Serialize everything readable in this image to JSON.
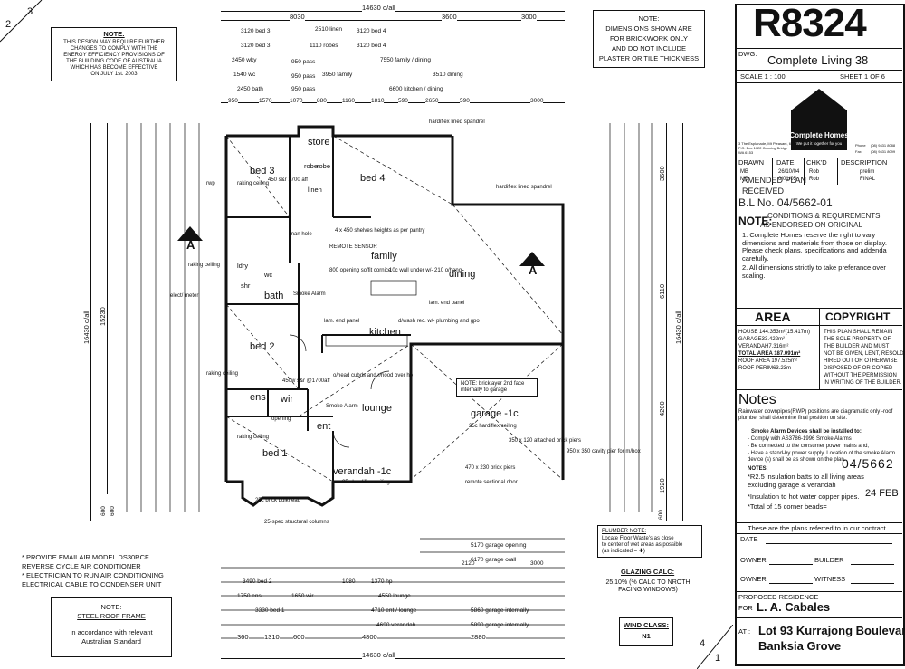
{
  "sheet_corner": {
    "tl_a": "2",
    "tl_b": "3",
    "br_a": "4",
    "br_b": "1"
  },
  "notes_left": {
    "title": "NOTE:",
    "body": [
      "THIS DESIGN MAY REQUIRE FURTHER",
      "CHANGES TO COMPLY WITH THE",
      "ENERGY EFFICIENCY PROVISIONS OF",
      "THE BUILDING CODE OF AUSTRALIA",
      "WHICH HAS BECOME EFFECTIVE",
      "ON JULY 1st. 2003"
    ]
  },
  "notes_dims": {
    "title": "NOTE:",
    "body": [
      "DIMENSIONS SHOWN ARE",
      "FOR BRICKWORK ONLY",
      "AND DO NOT INCLUDE",
      "PLASTER OR TILE THICKNESS"
    ]
  },
  "title_block": {
    "drawing_number": "R8324",
    "dwg_label": "DWG.",
    "dwg_name": "Complete Living 38",
    "scale": "SCALE  1 : 100",
    "sheet": "SHEET 1 OF 6",
    "company": "Complete Homes",
    "company_tagline": "We put it together for you",
    "company_address": [
      "3 The Esplanade, Mt Pleasant, 6153",
      "P.O. Box 1022 Canning Bridge",
      "WA 6153"
    ],
    "company_phone_label": "Phone",
    "company_phone": "(08) 9431 8088",
    "company_fax_label": "Fax",
    "company_fax": "(08) 9431 8099",
    "rev_headers": [
      "DRAWN",
      "DATE",
      "CHK'D",
      "DESCRIPTION"
    ],
    "rev_rows": [
      {
        "drawn": "MB",
        "date": "26/10/04",
        "chkd": "Rob",
        "desc": "prelim"
      },
      {
        "drawn": "MB",
        "date": "6/01/05",
        "chkd": "Rob",
        "desc": "FINAL"
      }
    ],
    "stamp": [
      "AMENDED PLAN",
      "RECEIVED",
      "B.L No. 04/5662-01",
      "CONDITIONS & REQUIREMENTS",
      "AS ENDORSED ON ORIGINAL"
    ],
    "note_title": "NOTE:",
    "note_items": [
      "1. Complete Homes reserve the right to vary dimensions and materials from those on display. Please check plans, specifications and addenda carefully.",
      "2. All dimensions strictly to take preferance over scaling."
    ]
  },
  "area": {
    "title": "AREA",
    "lines": [
      "HOUSE 144.353m²(15.417m)",
      "GARAGE33.422m²",
      "VERANDAH7.316m²",
      "TOTAL AREA 187.091m²",
      "ROOF AREA 197.525m²",
      "ROOF PERIM63.23m"
    ]
  },
  "copyright": {
    "title": "COPYRIGHT",
    "body": [
      "THIS PLAN SHALL REMAIN",
      "THE SOLE PROPERTY OF",
      "THE BUILDER AND MUST",
      "NOT BE GIVEN, LENT, RESOLD",
      "HIRED OUT OR OTHERWISE",
      "DISPOSED OF OR COPIED",
      "WITHOUT THE PERMISSION",
      "IN WRITING OF THE BUILDER."
    ]
  },
  "notes_right": {
    "title": "Notes",
    "intro": "Rainwater downpipes(RWP) positions are diagramatic only -roof plumber shall determine final position on site.",
    "smoke_title": "Smoke Alarm Devices shall be installed to:",
    "smoke_items": [
      "- Comply with AS3786-1996 Smoke Alarms",
      "- Be connected to the consumer power mains and,",
      "- Have a stand-by power supply. Location of the smoke Alarm device (s) shall be as shown on the plan."
    ],
    "notes_title": "NOTES:",
    "notes_items": [
      "*R2.5 insulation batts to all living areas excluding garage & verandah",
      "*Insulation to hot water copper pipes.",
      "*Total of 15 corner beads="
    ],
    "handwritten_1": "04/5662",
    "handwritten_2": "24 FEB"
  },
  "contract": {
    "heading": "These are the plans referred to in our contract",
    "date": "DATE",
    "owner1": "OWNER",
    "builder": "BUILDER",
    "owner2": "OWNER",
    "witness": "WITNESS"
  },
  "residence": {
    "label": "PROPOSED RESIDENCE",
    "for_label": "FOR",
    "name": "L. A. Cabales",
    "at_label": "AT :",
    "address1": "Lot  93 Kurrajong Boulevard,",
    "address2": "Banksia Grove"
  },
  "bottom_notes": {
    "aircon": [
      "* PROVIDE EMAILAIR MODEL DS30RCF",
      "  REVERSE CYCLE AIR CONDITIONER",
      "* ELECTRICIAN TO RUN AIR CONDITIONING",
      "  ELECTRICAL CABLE TO CONDENSER UNIT"
    ],
    "roof_title": "NOTE:",
    "roof_sub": "STEEL ROOF FRAME",
    "roof_body": [
      "In accordance with relevant",
      "Australian Standard"
    ],
    "plumber_title": "PLUMBER NOTE:",
    "plumber_body": [
      "Locate Floor Waste's as close",
      "to center of wet areas as possible",
      "(as indicated = ✚)"
    ],
    "glazing_title": "GLAZING CALC:",
    "glazing_value": "25.10% (% CALC TO NROTH FACING WINDOWS)",
    "wind_title": "WIND CLASS:",
    "wind_value": "N1"
  },
  "rooms": {
    "bed3": "bed 3",
    "bed4": "bed 4",
    "bed2": "bed 2",
    "bed1": "bed 1",
    "store": "store",
    "robe1": "robe",
    "robe2": "robe",
    "linen": "linen",
    "family": "family",
    "dining": "dining",
    "kitchen": "kitchen",
    "lounge": "lounge",
    "garage": "garage -1c",
    "verandah": "verandah -1c",
    "bath": "bath",
    "ens": "ens",
    "wir": "wir",
    "ent": "ent",
    "ldry": "ldry",
    "shr": "shr",
    "wc": "wc",
    "section_a_left": "A",
    "section_a_right": "A"
  },
  "plan_labels": {
    "hardiflex1": "hardiflex lined spandrel",
    "hardiflex2": "hardiflex lined spandrel",
    "remote_sensor": "REMOTE SENSOR",
    "shelves": "4 x 450 shelves heights as per pantry",
    "opening": "800 opening soffit cornice",
    "wall_under": "10c wall under w/- 210 o/hang",
    "smoke1": "Smoke Alarm",
    "smoke2": "Smoke Alarm",
    "dwash": "d/wash rec. w/- plumbing and gpo",
    "lam_end1": "lam. end panel",
    "lam_end2": "lam. end panel",
    "cubds": "o/head cubds and r/hood over hp",
    "bricklayer": "NOTE: bricklayer 2nd face internally to garage",
    "garage_ceiling": "25c hardiflex ceiling",
    "verandah_ceiling": "25c hardiflex ceiling",
    "brick_piers": "350 x 120 attached brick piers",
    "cavity_pier": "950 x 350 cavity pier for m/box",
    "piers_470": "470 x 230 brick piers",
    "remote_door": "remote sectional door",
    "bulkhead": "25c brick bulkhead",
    "columns": "25-spec structural columns",
    "elect": "elect/ meter",
    "rwp": "rwp",
    "raking1": "raking ceiling",
    "raking2": "raking ceiling",
    "raking3": "raking ceiling",
    "raking4": "raking ceiling",
    "manhole": "man hole",
    "wir_shelf": "450w s&r @1700aff",
    "robe_shelf": "450 s&r 1700 aff",
    "opening_wir": "opening"
  },
  "dims_top": {
    "overall": "14630 o/all",
    "a": "8030",
    "b": "3600",
    "c": "3000",
    "rows": [
      [
        "3120 bed 3",
        "2510 linen",
        "3120 bed 4"
      ],
      [
        "3120 bed 3",
        "1110 robes",
        "3120 bed 4"
      ],
      [
        "2450 wky",
        "950 pass",
        "7550 family / dining"
      ],
      [
        "1540 wc",
        "950 pass",
        "3950 family",
        "3510 dining"
      ],
      [
        "2450 bath",
        "950 pass",
        "6600 kitchen / dining"
      ]
    ],
    "bottom_row": [
      "950",
      "1570",
      "1070",
      "880",
      "1160",
      "1810",
      "590",
      "2650",
      "590",
      "3000"
    ]
  },
  "dims_left": {
    "overall": "16430 o/all",
    "sub": "15230",
    "a": "600",
    "b": "600"
  },
  "dims_right": {
    "overall": "16430 o/all",
    "a": "3600",
    "b": "6110",
    "c": "4200",
    "d": "1920",
    "e": "600"
  },
  "dims_bottom": {
    "overall": "14630 o/all",
    "a": "360",
    "b": "4800",
    "c": "2880",
    "d": "1310",
    "e": "600",
    "rows": [
      [
        "5170 garage opening"
      ],
      [
        "6170 garage o/all"
      ],
      [
        "3490 bed 2",
        "1080",
        "1370 hp",
        "2120",
        "3000"
      ],
      [
        "1750 ens",
        "1650 wir",
        "4550 lounge"
      ],
      [
        "3330 bed 1",
        "4710 ent / lounge",
        "5860 garage internally"
      ],
      [
        "4690 verandah",
        "5890 garage internally"
      ]
    ]
  }
}
